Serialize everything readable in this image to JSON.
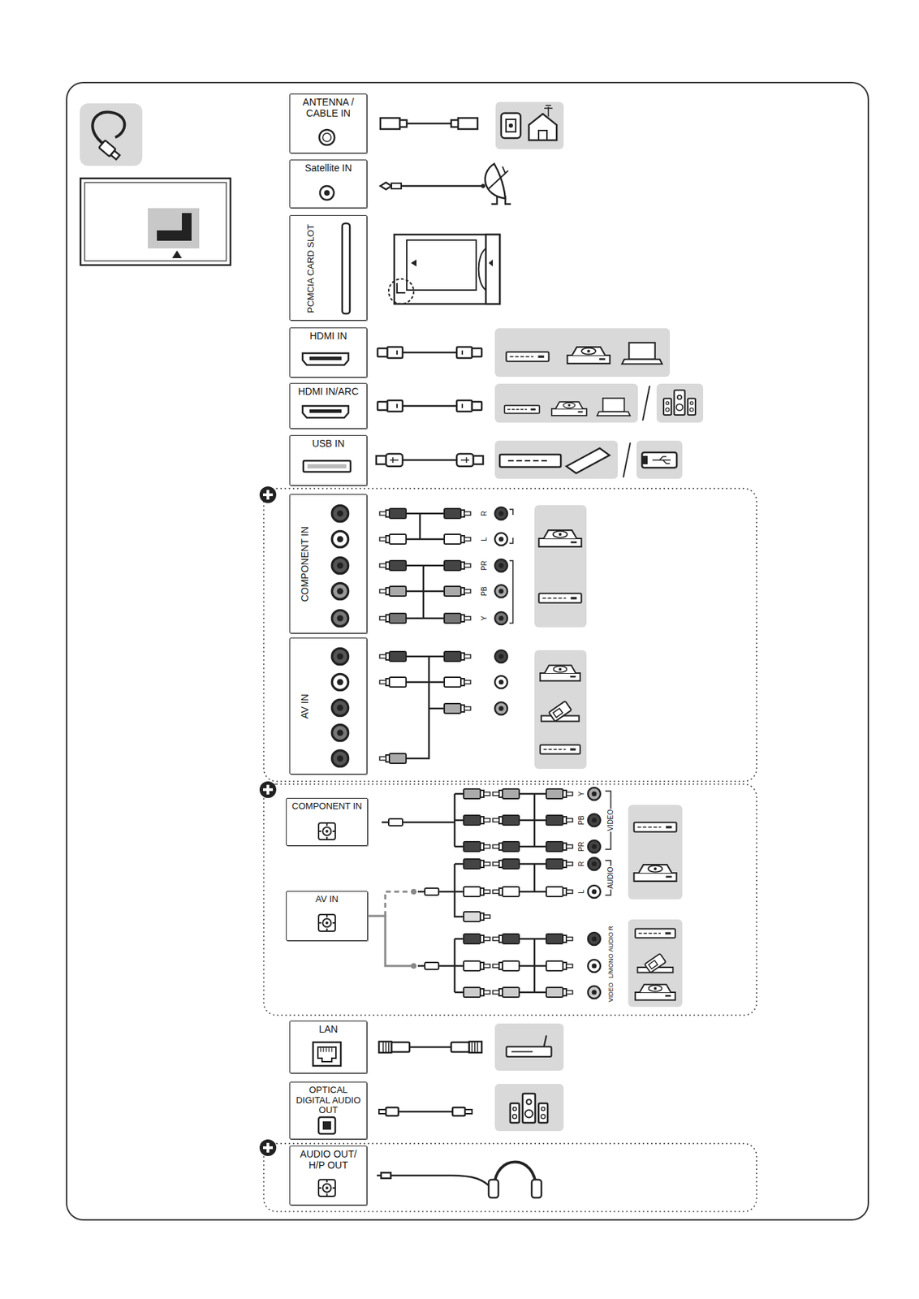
{
  "diagram": {
    "nodes": [
      {
        "text": [
          "ANTENNA / CABLE IN"
        ]
      },
      {
        "text": [
          "Satellite IN"
        ]
      },
      {
        "text": [
          "PCMCIA CARD SLOT"
        ]
      },
      {
        "text": [
          "HDMI IN"
        ]
      },
      {
        "text": [
          "HDMI IN/ARC"
        ]
      },
      {
        "text": [
          "USB IN"
        ]
      },
      {
        "text": [
          "COMPONENT IN"
        ]
      },
      {
        "text": [
          "AV IN"
        ]
      },
      {
        "text": [
          "COMPONENT IN"
        ]
      },
      {
        "text": [
          "AV IN"
        ]
      },
      {
        "text": [
          "LAN"
        ]
      },
      {
        "text": [
          "OPTICAL DIGITAL AUDIO OUT"
        ]
      },
      {
        "text": [
          "AUDIO OUT/ H/P OUT"
        ]
      }
    ],
    "labels": [
      "R",
      "L",
      "PR",
      "PB",
      "Y",
      "Y",
      "PB",
      "PR",
      "VIDEO",
      "R",
      "L",
      "AUDIO",
      "AUDIO R",
      "L/MONO",
      "VIDEO"
    ]
  }
}
